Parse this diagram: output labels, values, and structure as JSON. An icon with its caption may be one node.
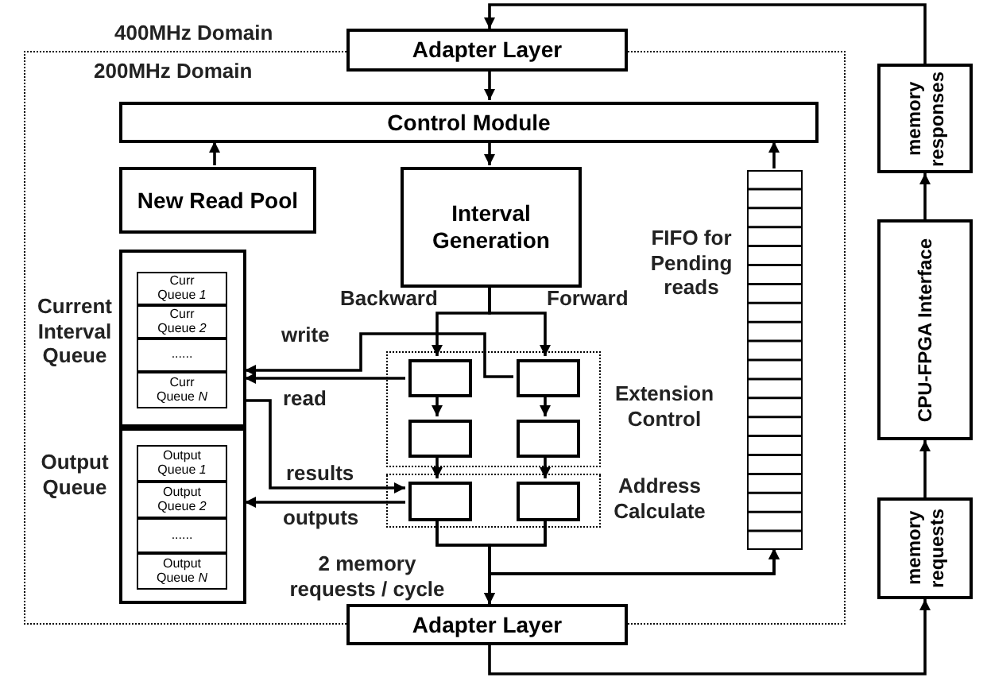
{
  "diagram": {
    "nodes": [
      {
        "text": [
          "200MHz Domain"
        ]
      },
      {
        "text": [
          "Adapter Layer"
        ]
      },
      {
        "text": [
          "Control Module"
        ],
        "in": 0
      },
      {
        "text": [
          "New Read Pool"
        ],
        "in": 0
      },
      {
        "text": [
          "Interval Generation"
        ],
        "in": 0
      },
      {
        "text": [],
        "shape": "box",
        "beside": [
          "FIFO for Pending reads"
        ],
        "in": 0
      },
      {
        "text": [
          "Current Interval Queue"
        ],
        "in": 0
      },
      {
        "text": [
          "Curr Queue *1*"
        ],
        "in": 6
      },
      {
        "text": [
          "Curr Queue *2*"
        ],
        "in": 6
      },
      {
        "text": [
          "......"
        ],
        "in": 6
      },
      {
        "text": [
          "Curr Queue *N*"
        ],
        "in": 6
      },
      {
        "text": [
          "Output Queue"
        ],
        "in": 0
      },
      {
        "text": [
          "Output Queue *1*"
        ],
        "in": 11
      },
      {
        "text": [
          "Output Queue *2*"
        ],
        "in": 11
      },
      {
        "text": [
          "......"
        ],
        "in": 11
      },
      {
        "text": [
          "Output Queue *N*"
        ],
        "in": 11
      },
      {
        "text": [
          "Extension Control"
        ],
        "in": 0
      },
      {
        "text": [],
        "shape": "box",
        "in": 16
      },
      {
        "text": [],
        "shape": "box",
        "in": 16
      },
      {
        "text": [],
        "shape": "box",
        "in": 16
      },
      {
        "text": [],
        "shape": "box",
        "in": 16
      },
      {
        "text": [
          "Address Calculate"
        ],
        "in": 0
      },
      {
        "text": [],
        "shape": "box",
        "in": 21
      },
      {
        "text": [],
        "shape": "box",
        "in": 21
      },
      {
        "text": [
          "Adapter Layer"
        ]
      },
      {
        "text": [
          "memory responses"
        ]
      },
      {
        "text": [
          "CPU-FPGA Interface"
        ]
      },
      {
        "text": [
          "memory requests"
        ]
      }
    ],
    "edges": [
      {
        "from": 25,
        "to": 1,
        "arrow": "to"
      },
      {
        "from": 1,
        "to": 2,
        "arrow": "to"
      },
      {
        "from": 3,
        "to": 2,
        "arrow": "to"
      },
      {
        "from": 5,
        "to": 2,
        "arrow": "to"
      },
      {
        "from": 2,
        "to": 4,
        "arrow": "to"
      },
      {
        "from": 4,
        "to": 17,
        "arrow": "to",
        "label": "Backward"
      },
      {
        "from": 4,
        "to": 18,
        "arrow": "to",
        "label": "Forward"
      },
      {
        "from": 17,
        "to": 19,
        "arrow": "to"
      },
      {
        "from": 18,
        "to": 20,
        "arrow": "to"
      },
      {
        "from": 19,
        "to": 22,
        "arrow": "to"
      },
      {
        "from": 20,
        "to": 23,
        "arrow": "to"
      },
      {
        "from": 18,
        "to": 6,
        "arrow": "to",
        "label": "write"
      },
      {
        "from": 17,
        "to": 6,
        "arrow": "to"
      },
      {
        "from": 6,
        "to": 22,
        "arrow": "to",
        "label": "read"
      },
      {
        "from": 22,
        "to": 11,
        "arrow": "to",
        "label": "outputs"
      },
      {
        "from": 22,
        "to": 24,
        "arrow": "to"
      },
      {
        "from": 23,
        "to": 24,
        "arrow": "to"
      },
      {
        "from": 22,
        "to": 5,
        "arrow": "to"
      },
      {
        "from": 23,
        "to": 5,
        "arrow": "to"
      },
      {
        "from": 24,
        "to": 27,
        "arrow": "to"
      },
      {
        "from": 27,
        "to": 26,
        "arrow": "to"
      },
      {
        "from": 26,
        "to": 25,
        "arrow": "to"
      }
    ],
    "labels": [
      "400MHz Domain",
      "results",
      "2 memory requests / cycle"
    ]
  }
}
